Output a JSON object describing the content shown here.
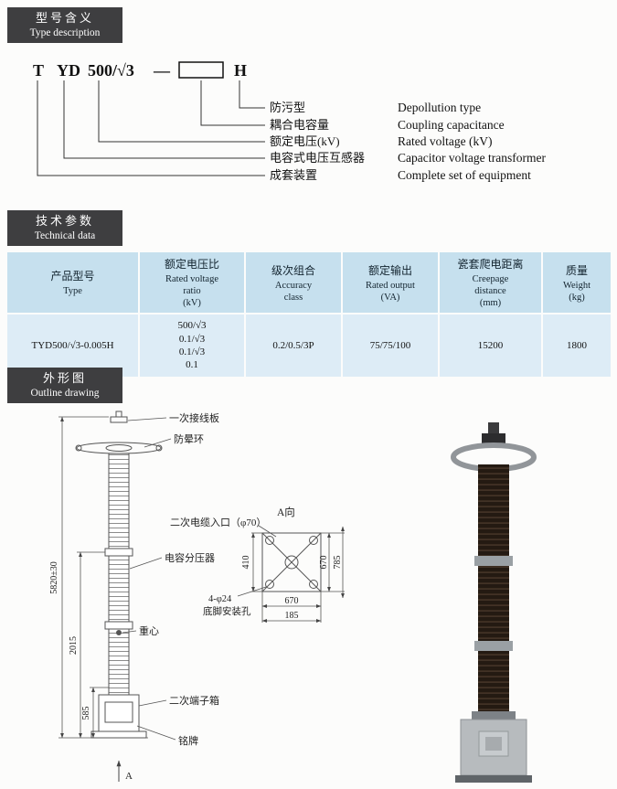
{
  "sections": {
    "type_description": {
      "zh": "型号含义",
      "en": "Type description"
    },
    "technical_data": {
      "zh": "技术参数",
      "en": "Technical data"
    },
    "outline_drawing": {
      "zh": "外形图",
      "en": "Outline drawing"
    }
  },
  "designation": {
    "code": {
      "p0": "T",
      "p1": "YD",
      "p2": "500/√3",
      "p3": "—",
      "p4": "H"
    },
    "labels": [
      {
        "zh": "防污型",
        "en": "Depollution type"
      },
      {
        "zh": "耦合电容量",
        "en": "Coupling capacitance"
      },
      {
        "zh": "额定电压(kV)",
        "en": "Rated voltage (kV)"
      },
      {
        "zh": "电容式电压互感器",
        "en": "Capacitor voltage transformer"
      },
      {
        "zh": "成套装置",
        "en": "Complete set of equipment"
      }
    ]
  },
  "table": {
    "headers": [
      {
        "lines": [
          "产品型号",
          "Type"
        ]
      },
      {
        "lines": [
          "额定电压比",
          "Rated voltage",
          "ratio",
          "(kV)"
        ]
      },
      {
        "lines": [
          "级次组合",
          "Accuracy",
          "class"
        ]
      },
      {
        "lines": [
          "额定输出",
          "Rated output",
          "(VA)"
        ]
      },
      {
        "lines": [
          "瓷套爬电距离",
          "Creepage",
          "distance",
          "(mm)"
        ]
      },
      {
        "lines": [
          "质量",
          "Weight",
          "(kg)"
        ]
      }
    ],
    "row": {
      "type": "TYD500/√3-0.005H",
      "ratio_lines": [
        "500/√3",
        "0.1/√3",
        "0.1/√3",
        "0.1"
      ],
      "accuracy": "0.2/0.5/3P",
      "output": "75/75/100",
      "creepage": "15200",
      "weight": "1800"
    }
  },
  "outline": {
    "left": {
      "label_terminal": "一次接线板",
      "label_ring": "防晕环",
      "label_divider": "电容分压器",
      "label_gravity": "重心",
      "label_box": "二次端子箱",
      "label_plate": "铭牌",
      "dim_total": "5820±30",
      "dim_mid": "2015",
      "dim_low": "585",
      "arrow": "A"
    },
    "viewA": {
      "title": "A向",
      "cable": "二次电缆入口（φ70）",
      "holes1": "4-φ24",
      "holes2": "底脚安装孔",
      "dim_left": "410",
      "dim_right_inner": "670",
      "dim_right_outer": "785",
      "dim_bottom_inner": "670",
      "dim_bottom_outer": "185"
    }
  }
}
